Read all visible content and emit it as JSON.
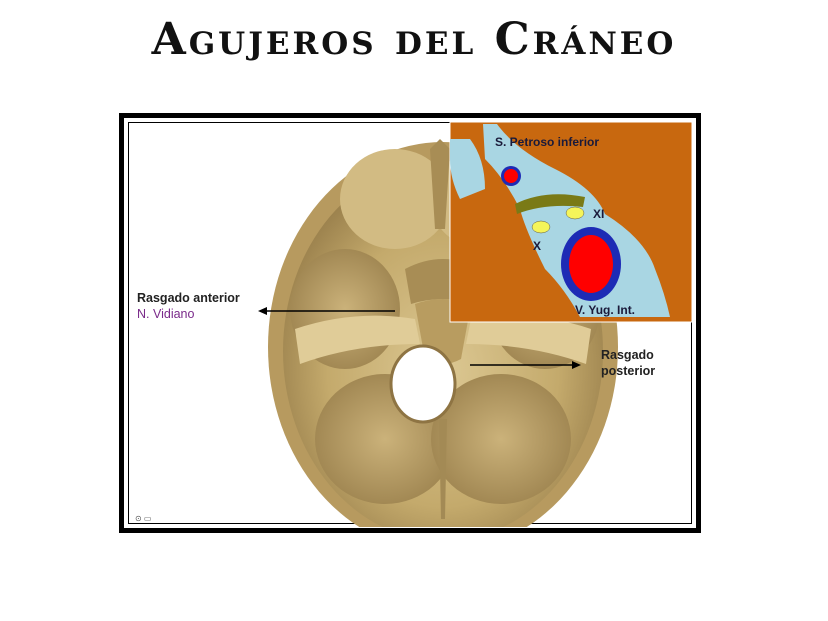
{
  "title": "Agujeros del Cráneo",
  "labels": {
    "rasgado_anterior": "Rasgado anterior",
    "n_vidiano": "N. Vidiano",
    "rasgado_posterior_1": "Rasgado",
    "rasgado_posterior_2": "posterior"
  },
  "inset": {
    "s_petroso": "S. Petroso inferior",
    "xi": "XI",
    "x": "X",
    "v_yug": "V. Yug. Int."
  },
  "colors": {
    "inset_bg": "#c8680f",
    "inset_channel": "#a9d6e3",
    "vein_red": "#ff0000",
    "vein_blue": "#1d2bb5",
    "nerve_yellow": "#f5f55a",
    "bone": "#c9b27a"
  }
}
